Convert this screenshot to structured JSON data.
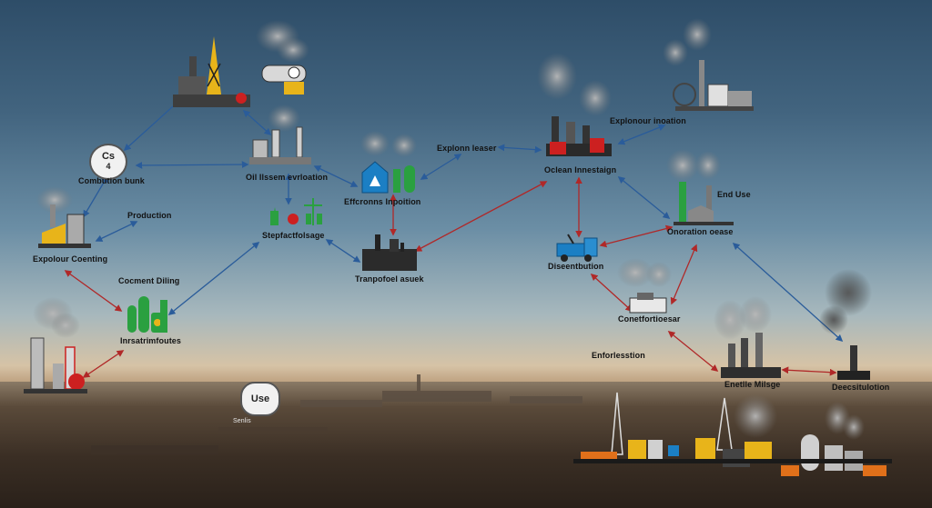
{
  "labels": {
    "combustion_bunk": "Combution bunk",
    "production": "Production",
    "explorer_coating": "Expolour Coenting",
    "oil_steam_extraction": "Oil Ilssem evrloation",
    "efficient_injection": "Effcronns Inpoition",
    "exploration_leaser": "Explonn leaser",
    "exploration_innovation": "Explonour inoation",
    "ocean_investigation": "Oclean Innestaign",
    "end_use": "End Use",
    "operation_cease": "Onoration oease",
    "stepfactorage": "Stepfactfolsage",
    "cement_drilling": "Cocment Diling",
    "infrastructure": "Inrsatrimfoutes",
    "transportation_waste": "Tranpofoel asuek",
    "distribution": "Diseentbution",
    "construction_laser": "Conetfortioesar",
    "enforcement_station": "Enforlesstion",
    "energy_mileage": "Enetlle Milsge",
    "deactivation": "Deecsitulotion",
    "use_label": "Use",
    "use_caption": "Senlis"
  },
  "badges": {
    "cs": "Cs",
    "cs_sub": "4",
    "use": "Use"
  },
  "colors": {
    "blue_arrow": "#2a5c9a",
    "red_arrow": "#b02828",
    "icon_yellow": "#e8b41a",
    "icon_green": "#2aa040",
    "icon_blue": "#1b7fc4",
    "icon_red": "#cc2020",
    "icon_gray": "#6e6e6e"
  }
}
